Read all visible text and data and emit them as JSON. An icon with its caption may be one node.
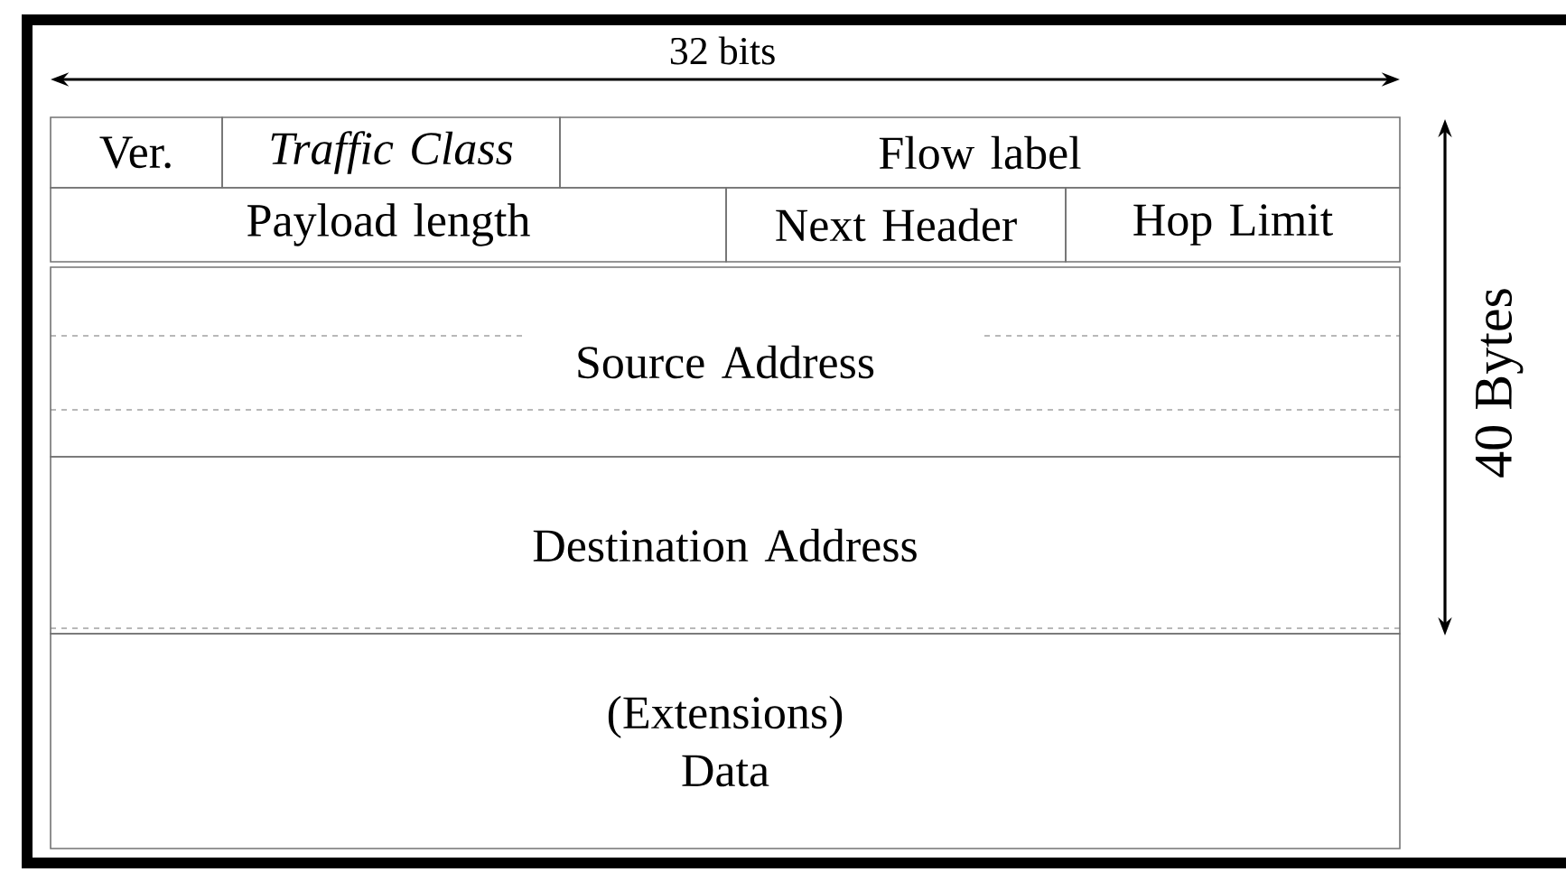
{
  "diagram": {
    "nodes": [
      {
        "text": [
          "Ver."
        ]
      },
      {
        "text": [
          "Traffic Class"
        ]
      },
      {
        "text": [
          "Flow label"
        ]
      },
      {
        "text": [
          "Payload length"
        ]
      },
      {
        "text": [
          "Next Header"
        ]
      },
      {
        "text": [
          "Hop Limit"
        ]
      },
      {
        "text": [
          "Source Address"
        ]
      },
      {
        "text": [
          "Destination Address"
        ]
      },
      {
        "text": [
          "(Extensions) Data"
        ]
      }
    ],
    "labels": [
      "32 bits",
      "40 Bytes"
    ]
  }
}
